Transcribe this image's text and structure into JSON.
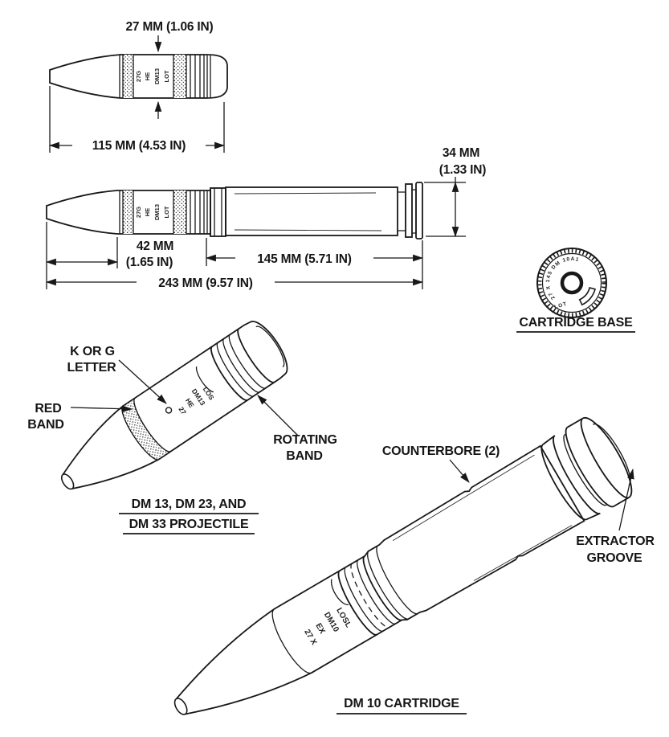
{
  "top_projectile": {
    "dim_diameter": "27 MM (1.06 IN)",
    "dim_length": "115 MM (4.53 IN)",
    "markings": [
      "27G",
      "HE",
      "DM13",
      "LOT"
    ]
  },
  "cartridge_side_view": {
    "dim_projectile_1": "42 MM",
    "dim_projectile_2": "(1.65 IN)",
    "dim_case": "145 MM (5.71 IN)",
    "dim_overall": "243 MM (9.57 IN)",
    "dim_rim_1": "34 MM",
    "dim_rim_2": "(1.33 IN)",
    "markings": [
      "27G",
      "HE",
      "DM13",
      "LOT"
    ]
  },
  "cartridge_base": {
    "caption": "CARTRIDGE BASE",
    "headstamp_arc": "27 X 145 DM 10A1",
    "headstamp_lot": "LOT"
  },
  "dm_projectile": {
    "label_letter_1": "K OR G",
    "label_letter_2": "LETTER",
    "label_red_band_1": "RED",
    "label_red_band_2": "BAND",
    "label_rotating_band_1": "ROTATING",
    "label_rotating_band_2": "BAND",
    "caption_1": "DM 13, DM 23, AND",
    "caption_2": "DM 33 PROJECTILE",
    "markings": [
      "27",
      "HE",
      "DM13",
      "LOS"
    ]
  },
  "dm10_cartridge": {
    "label_counterbore": "COUNTERBORE (2)",
    "label_extractor_1": "EXTRACTOR",
    "label_extractor_2": "GROOVE",
    "caption": "DM 10 CARTRIDGE",
    "markings": [
      "27 X",
      "EX",
      "DM10",
      "LOSL"
    ]
  }
}
